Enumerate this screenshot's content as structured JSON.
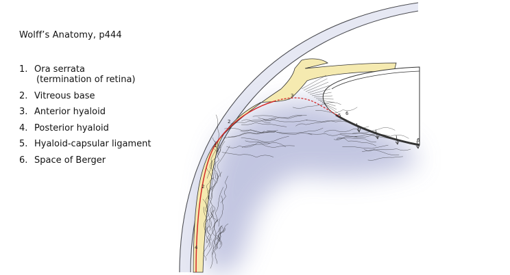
{
  "title": "Wolff’s Anatomy, p444",
  "legend": [
    {
      "num": "1.",
      "text": "Ora serrata",
      "sub": "(termination of retina)"
    },
    {
      "num": "2.",
      "text": "Vitreous base",
      "sub": ""
    },
    {
      "num": "3.",
      "text": "Anterior hyaloid",
      "sub": ""
    },
    {
      "num": "4.",
      "text": "Posterior hyaloid",
      "sub": ""
    },
    {
      "num": "5.",
      "text": "Hyaloid-capsular ligament",
      "sub": ""
    },
    {
      "num": "6.",
      "text": "Space of Berger",
      "sub": ""
    }
  ],
  "diagram": {
    "callouts": [
      "1",
      "2",
      "3",
      "2",
      "4",
      "5",
      "6",
      "6"
    ],
    "colors": {
      "retina_line": "#d42a2a",
      "ciliary_body": "#f5eab0",
      "vitreous_shade": "#b8bcdc",
      "outline": "#333333",
      "fiber": "#222222"
    }
  }
}
